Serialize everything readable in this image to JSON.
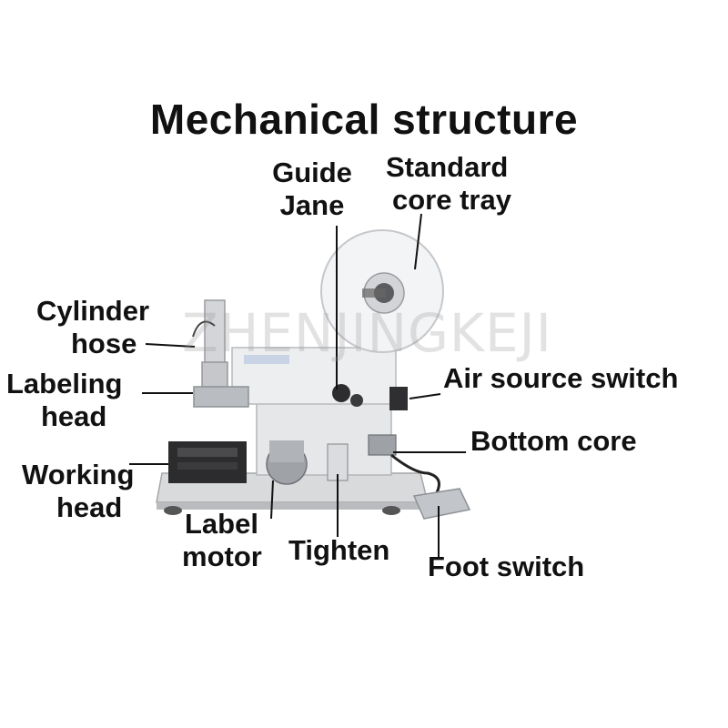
{
  "title": "Mechanical structure",
  "watermark": "ZHENJINGKEJI",
  "labels": {
    "guide_jane_1": "Guide",
    "guide_jane_2": "Jane",
    "core_tray_1": "Standard",
    "core_tray_2": "core tray",
    "cylinder_hose_1": "Cylinder",
    "cylinder_hose_2": "hose",
    "labeling_head_1": "Labeling",
    "labeling_head_2": "head",
    "air_source_switch": "Air source switch",
    "bottom_core": "Bottom core",
    "working_head_1": "Working",
    "working_head_2": "head",
    "label_motor_1": "Label",
    "label_motor_2": "motor",
    "tighten": "Tighten",
    "foot_switch": "Foot switch"
  }
}
